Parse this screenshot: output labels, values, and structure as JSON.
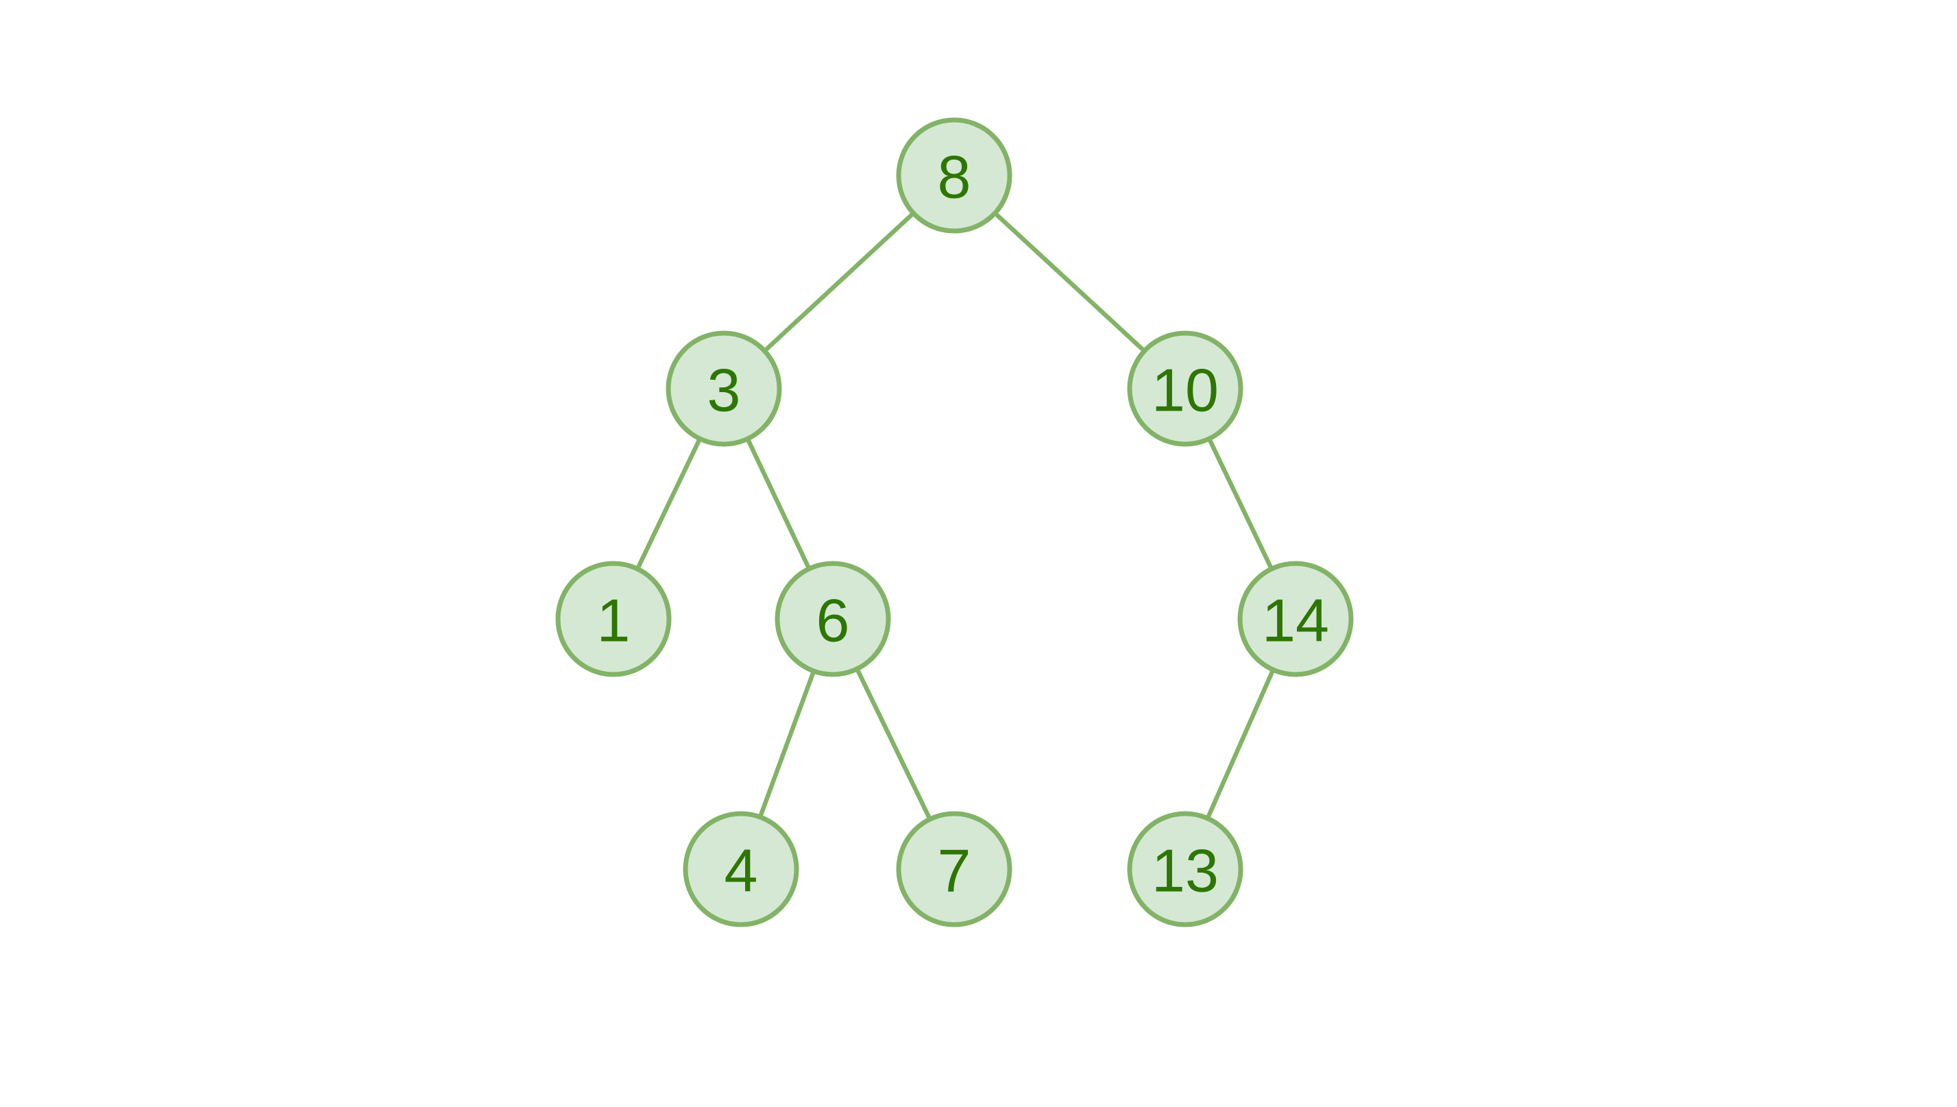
{
  "colors": {
    "node_fill": "#d5e8d4",
    "node_stroke": "#82b366",
    "edge_stroke": "#82b366",
    "label": "#2d7600",
    "background": "#ffffff"
  },
  "tree": {
    "nodes": [
      {
        "id": "n8",
        "label": "8"
      },
      {
        "id": "n3",
        "label": "3"
      },
      {
        "id": "n10",
        "label": "10"
      },
      {
        "id": "n1",
        "label": "1"
      },
      {
        "id": "n6",
        "label": "6"
      },
      {
        "id": "n14",
        "label": "14"
      },
      {
        "id": "n4",
        "label": "4"
      },
      {
        "id": "n7",
        "label": "7"
      },
      {
        "id": "n13",
        "label": "13"
      }
    ],
    "edges": [
      {
        "from": "n8",
        "to": "n3"
      },
      {
        "from": "n8",
        "to": "n10"
      },
      {
        "from": "n3",
        "to": "n1"
      },
      {
        "from": "n3",
        "to": "n6"
      },
      {
        "from": "n10",
        "to": "n14"
      },
      {
        "from": "n6",
        "to": "n4"
      },
      {
        "from": "n6",
        "to": "n7"
      },
      {
        "from": "n14",
        "to": "n13"
      }
    ]
  }
}
